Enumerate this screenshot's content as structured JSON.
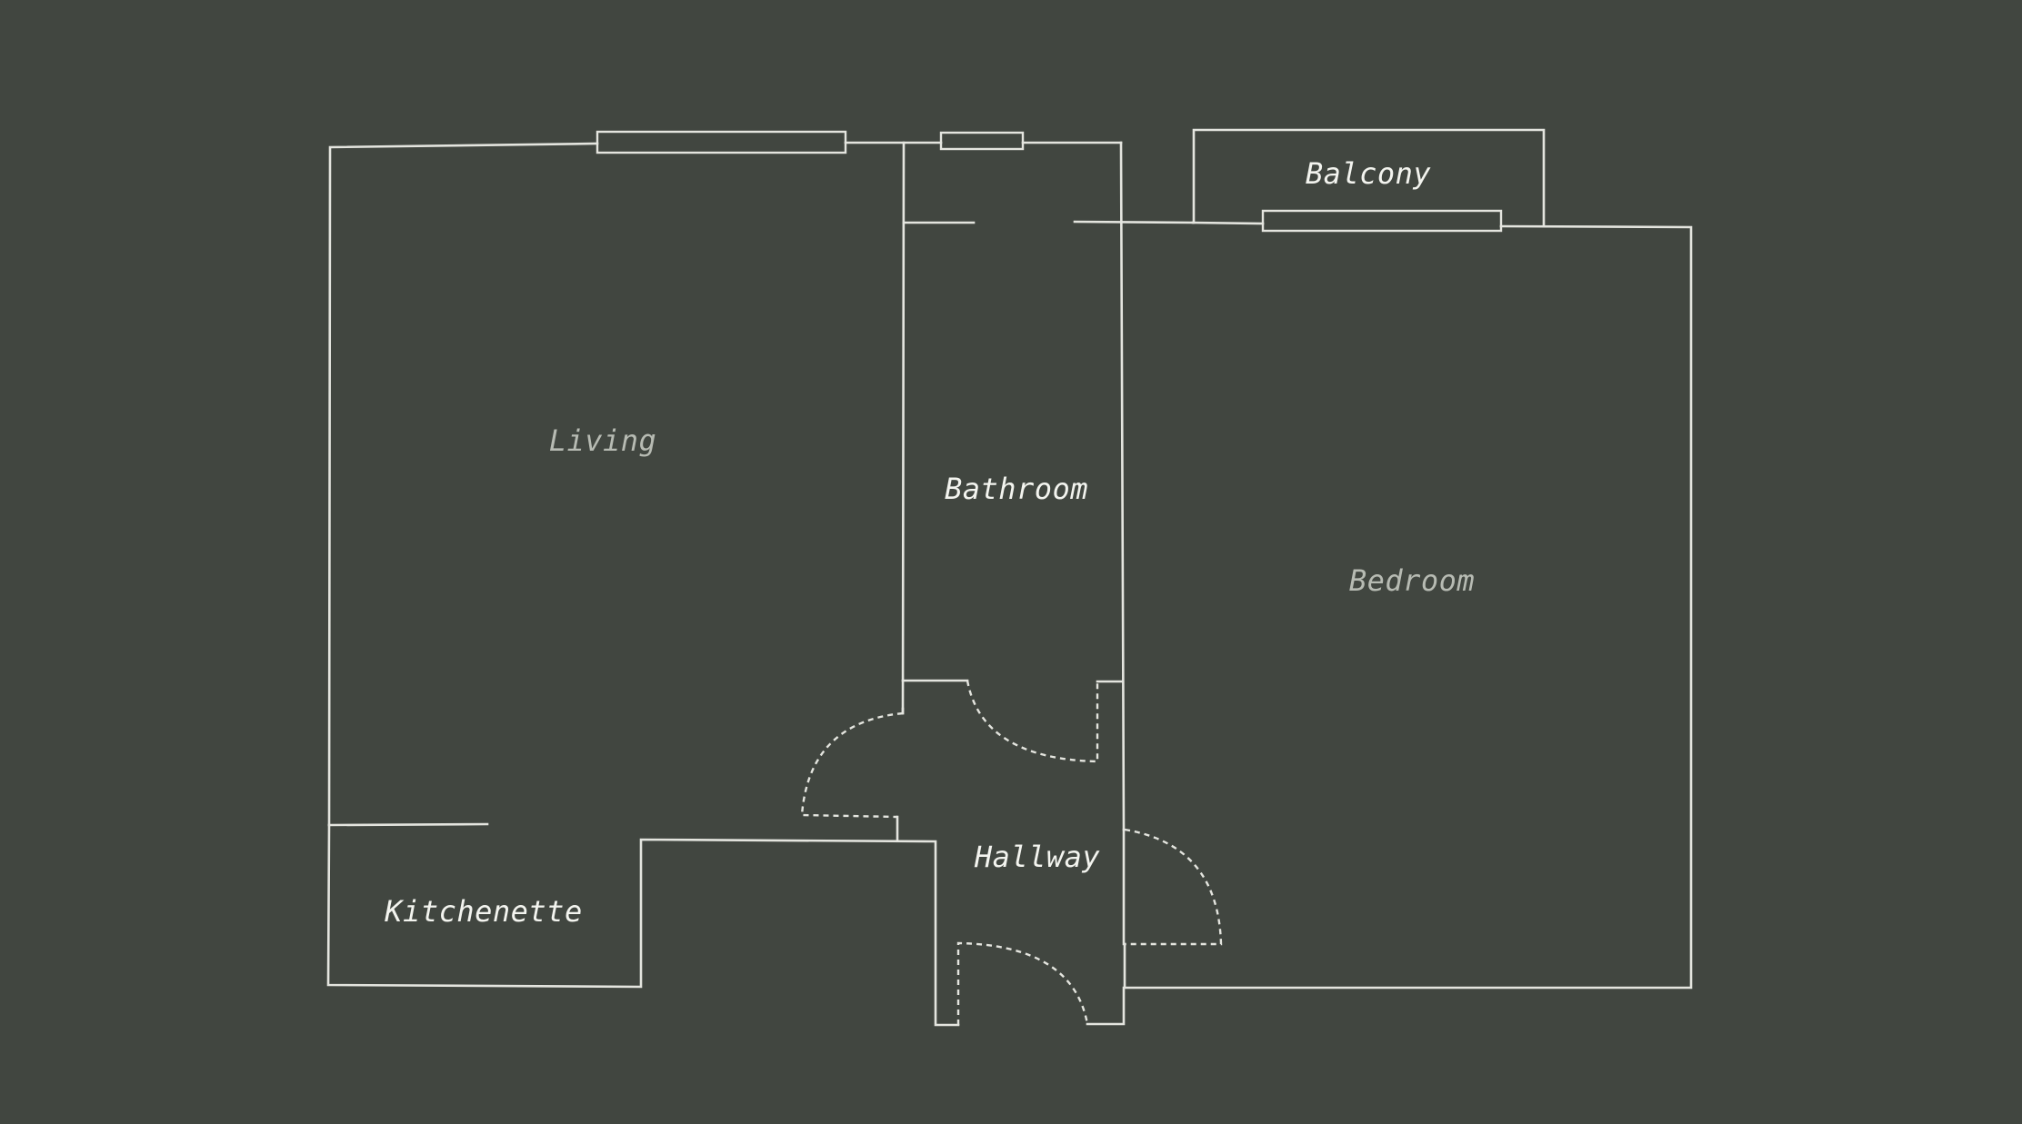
{
  "floor_plan": {
    "rooms": [
      {
        "id": "living",
        "label": "Living",
        "tone": "dim"
      },
      {
        "id": "bathroom",
        "label": "Bathroom",
        "tone": "bright"
      },
      {
        "id": "bedroom",
        "label": "Bedroom",
        "tone": "dim"
      },
      {
        "id": "balcony",
        "label": "Balcony",
        "tone": "bright"
      },
      {
        "id": "hallway",
        "label": "Hallway",
        "tone": "bright"
      },
      {
        "id": "kitchenette",
        "label": "Kitchenette",
        "tone": "bright"
      }
    ]
  },
  "colors": {
    "background": "#414640",
    "line": "#e4e5df",
    "label_bright": "#f3f4ef",
    "label_dim": "#b7bbb3"
  }
}
